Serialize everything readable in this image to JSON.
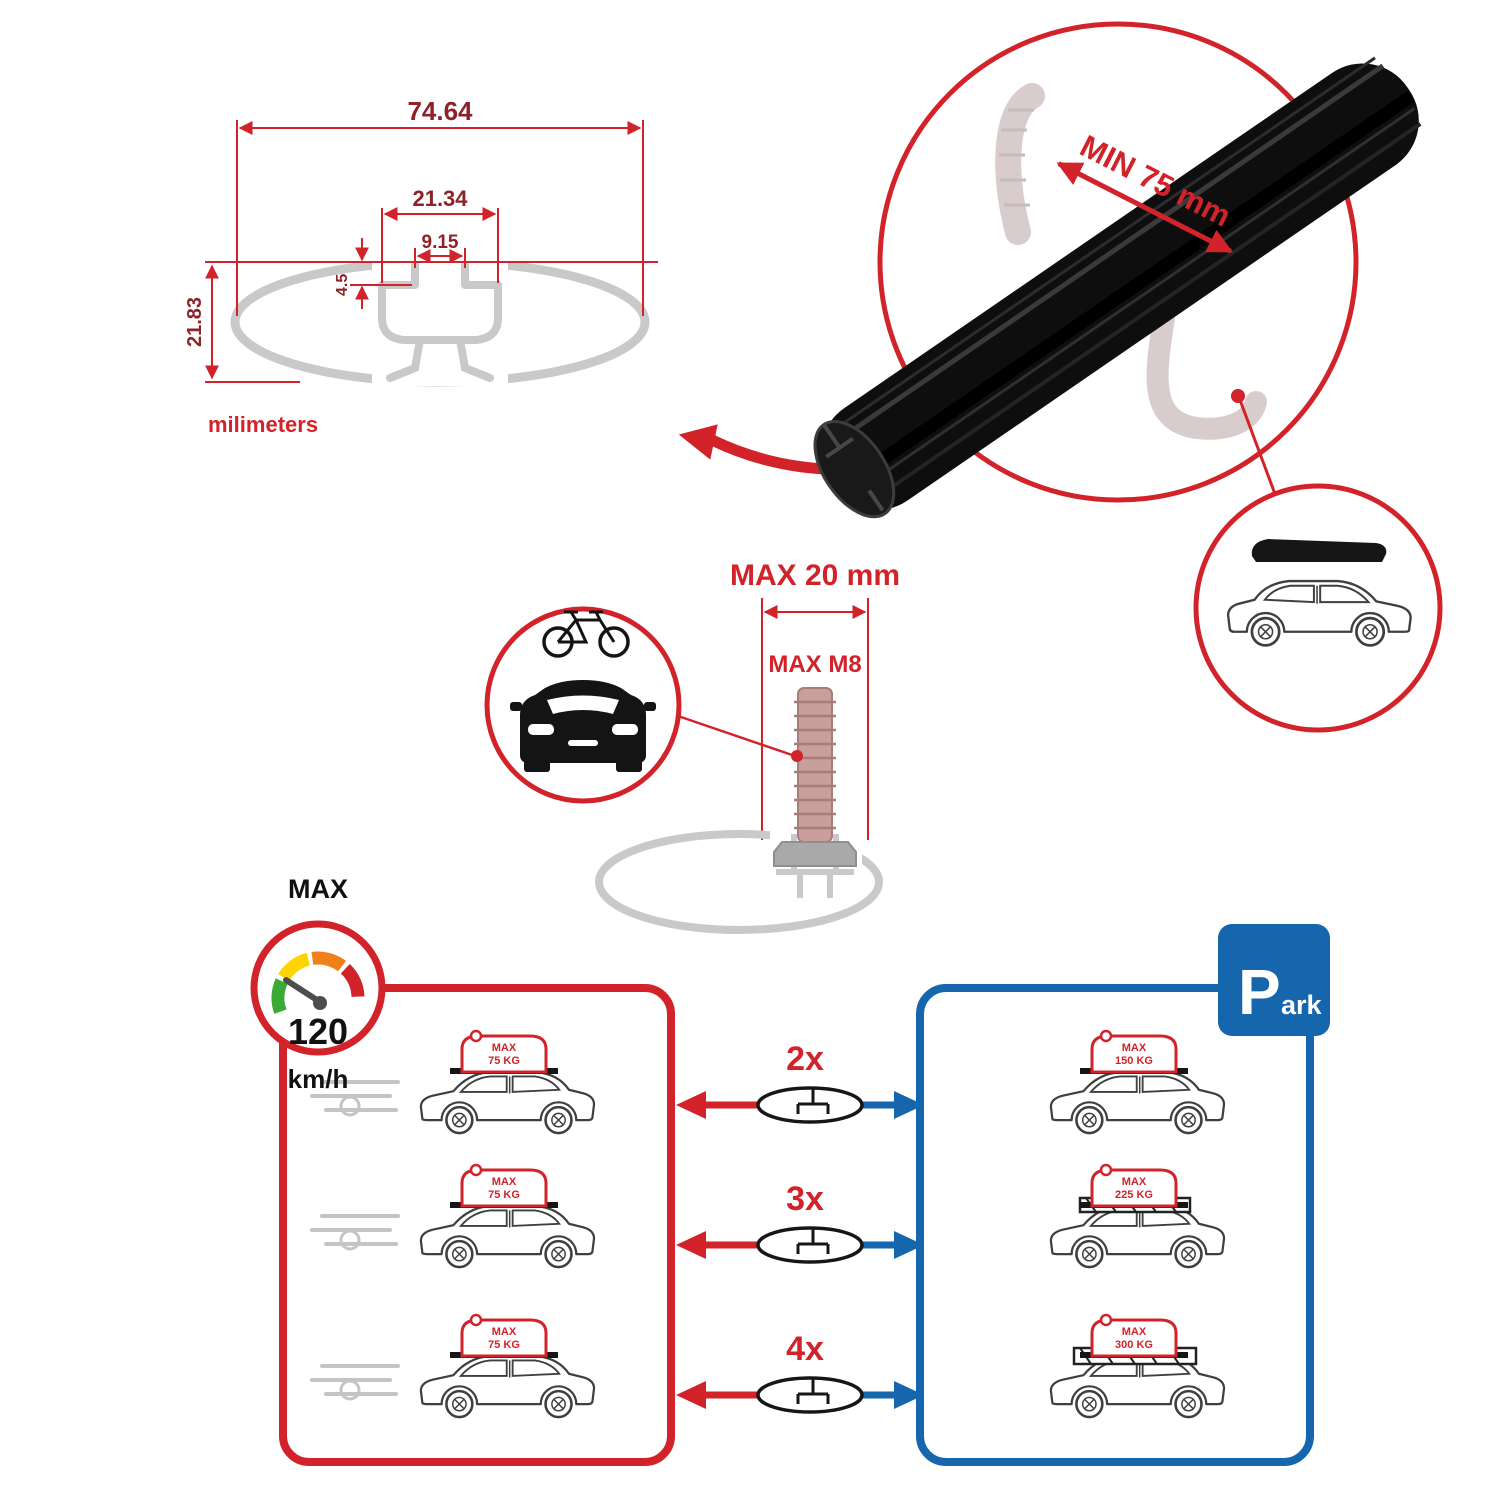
{
  "dimensions": {
    "total_width": "74.64",
    "channel_width": "21.34",
    "slot_opening": "9.15",
    "lip_height": "4.5",
    "total_height": "21.83",
    "units_label": "milimeters"
  },
  "bar_zoom": {
    "min_span_label": "MIN 75 mm"
  },
  "bolt": {
    "max_width_label": "MAX 20 mm",
    "max_thread_label": "MAX M8"
  },
  "speed_limit": {
    "title": "MAX",
    "value": "120",
    "units": "km/h"
  },
  "park_sign": {
    "letter": "P",
    "suffix": "ark"
  },
  "multipliers": [
    "2x",
    "3x",
    "4x"
  ],
  "roof_loads": {
    "max_word": "MAX",
    "driving": [
      "75 KG",
      "75 KG",
      "75 KG"
    ],
    "parked": [
      "150 KG",
      "225 KG",
      "300 KG"
    ]
  },
  "colors": {
    "red": "#d2232a",
    "blue": "#1566ad",
    "profile_gray": "#c9c9c9"
  }
}
